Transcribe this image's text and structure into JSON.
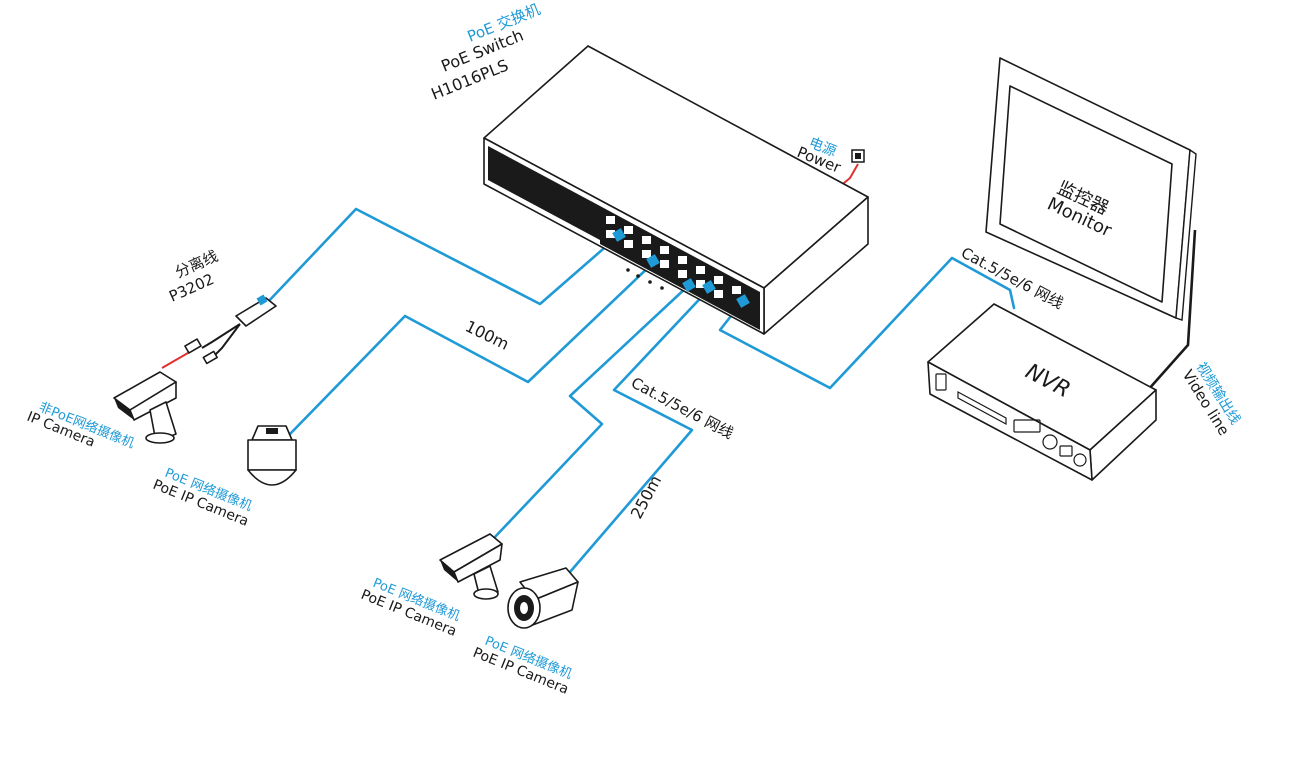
{
  "switch": {
    "label_cn": "PoE 交换机",
    "label_en": "PoE  Switch",
    "model": "H1016PLS"
  },
  "power": {
    "cn": "电源",
    "en": "Power"
  },
  "monitor": {
    "cn": "监控器",
    "en": "Monitor"
  },
  "nvr": {
    "label": "NVR"
  },
  "video_line": {
    "cn": "视频输出线",
    "en": "Video line"
  },
  "cable_nvr": {
    "label": "Cat.5/5e/6 网线"
  },
  "cable_mid": {
    "label": "Cat.5/5e/6 网线"
  },
  "dist_100": "100m",
  "dist_250": "250m",
  "splitter": {
    "cn": "分离线",
    "model": "P3202"
  },
  "non_poe_cam": {
    "cn": "非PoE网络摄像机",
    "en": "IP Camera"
  },
  "poe_dome": {
    "cn": "PoE 网络摄像机",
    "en": "PoE IP Camera"
  },
  "poe_box": {
    "cn": "PoE 网络摄像机",
    "en": "PoE IP Camera"
  },
  "poe_bullet": {
    "cn": "PoE 网络摄像机",
    "en": "PoE IP Camera"
  },
  "colors": {
    "cable": "#1f9ad6",
    "outline": "#1a1a1a",
    "power_wire": "#e03030"
  }
}
